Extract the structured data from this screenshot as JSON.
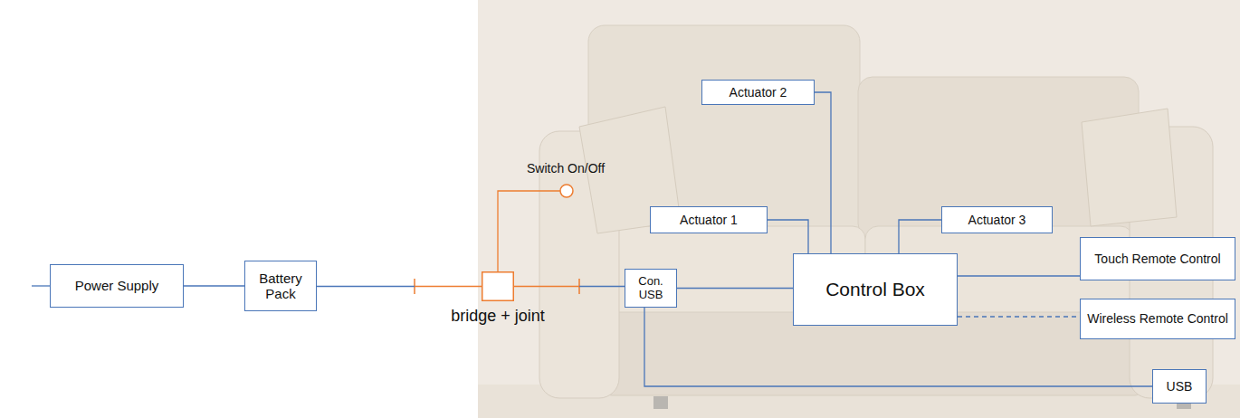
{
  "diagram": {
    "nodes": [
      {
        "text": [
          "Power Supply"
        ]
      },
      {
        "text": [
          "Battery Pack"
        ]
      },
      {
        "text": [
          "Switch On/Off"
        ]
      },
      {
        "text": [
          "bridge + joint"
        ]
      },
      {
        "text": [
          "Con. USB"
        ]
      },
      {
        "text": [
          "Actuator 2"
        ]
      },
      {
        "text": [
          "Actuator 1"
        ]
      },
      {
        "text": [
          "Control Box"
        ]
      },
      {
        "text": [
          "Actuator 3"
        ]
      },
      {
        "text": [
          "Touch Remote Control"
        ]
      },
      {
        "text": [
          "Wireless Remote Control"
        ]
      },
      {
        "text": [
          "USB"
        ]
      }
    ],
    "edges": [
      {
        "from": 0,
        "to": 1,
        "arrow": "none"
      },
      {
        "from": 1,
        "to": 3,
        "arrow": "none"
      },
      {
        "from": 3,
        "to": 2,
        "arrow": "none"
      },
      {
        "from": 3,
        "to": 4,
        "arrow": "none"
      },
      {
        "from": 4,
        "to": 7,
        "arrow": "none"
      },
      {
        "from": 5,
        "to": 7,
        "arrow": "none"
      },
      {
        "from": 6,
        "to": 7,
        "arrow": "none"
      },
      {
        "from": 8,
        "to": 7,
        "arrow": "none"
      },
      {
        "from": 7,
        "to": 9,
        "arrow": "none"
      },
      {
        "from": 7,
        "to": 10,
        "arrow": "none"
      },
      {
        "from": 4,
        "to": 11,
        "arrow": "none"
      }
    ]
  }
}
